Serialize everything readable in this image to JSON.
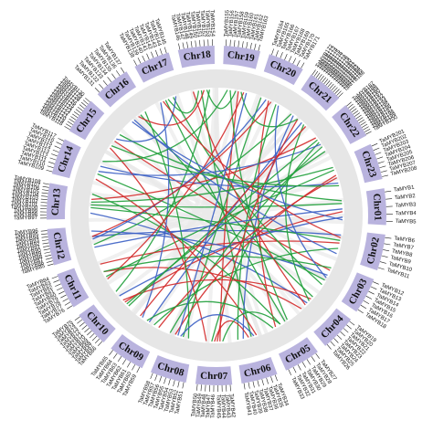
{
  "colors": {
    "block": "#b9b3de",
    "inner_ring": "#e6e6e6",
    "background_link": "#e9e9e9",
    "tick": "#222222",
    "link_green": "#1f9e3a",
    "link_red": "#d32a2a",
    "link_blue": "#3b5fc4"
  },
  "chromosomes": [
    {
      "label": "Chr01",
      "genes": [
        "TaMYB1",
        "TaMYB2",
        "TaMYB3",
        "TaMYB4",
        "TaMYB5"
      ]
    },
    {
      "label": "Chr02",
      "genes": [
        "TaMYB6",
        "TaMYB7",
        "TaMYB8",
        "TaMYB9",
        "TaMYB10",
        "TaMYB11"
      ]
    },
    {
      "label": "Chr03",
      "genes": [
        "TaMYB12",
        "TaMYB13",
        "TaMYB14",
        "TaMYB15",
        "TaMYB16",
        "TaMYB17",
        "TaMYB18"
      ]
    },
    {
      "label": "Chr04",
      "genes": [
        "TaMYB19",
        "TaMYB20",
        "TaMYB21",
        "TaMYB22",
        "TaMYB23",
        "TaMYB24",
        "TaMYB25",
        "TaMYB26"
      ]
    },
    {
      "label": "Chr05",
      "genes": [
        "TaMYB27",
        "TaMYB28",
        "TaMYB29",
        "TaMYB30",
        "TaMYB31",
        "TaMYB32",
        "TaMYB33"
      ]
    },
    {
      "label": "Chr06",
      "genes": [
        "TaMYB34",
        "TaMYB35",
        "TaMYB36",
        "TaMYB37",
        "TaMYB38",
        "TaMYB39",
        "TaMYB40",
        "TaMYB41"
      ]
    },
    {
      "label": "Chr07",
      "genes": [
        "TaMYB42",
        "TaMYB43",
        "TaMYB44",
        "TaMYB45",
        "TaMYB46",
        "TaMYB47",
        "TaMYB48",
        "TaMYB49",
        "TaMYB50"
      ]
    },
    {
      "label": "Chr08",
      "genes": [
        "TaMYB51",
        "TaMYB52",
        "TaMYB53",
        "TaMYB54",
        "TaMYB55",
        "TaMYB56",
        "TaMYB57",
        "TaMYB58"
      ]
    },
    {
      "label": "Chr09",
      "genes": [
        "TaMYB59",
        "TaMYB60",
        "TaMYB61",
        "TaMYB62",
        "TaMYB63",
        "TaMYB64",
        "TaMYB65"
      ]
    },
    {
      "label": "Chr10",
      "genes": [
        "TaMYB66",
        "TaMYB67",
        "TaMYB68",
        "TaMYB69",
        "TaMYB70",
        "TaMYB71",
        "TaMYB72",
        "TaMYB73",
        "TaMYB74",
        "TaMYB75"
      ]
    },
    {
      "label": "Chr11",
      "genes": [
        "TaMYB76",
        "TaMYB77",
        "TaMYB78",
        "TaMYB79",
        "TaMYB80",
        "TaMYB81",
        "TaMYB82",
        "TaMYB83",
        "TaMYB84"
      ]
    },
    {
      "label": "Chr12",
      "genes": [
        "TaMYB85",
        "TaMYB86",
        "TaMYB87",
        "TaMYB88",
        "TaMYB89",
        "TaMYB90",
        "TaMYB91",
        "TaMYB92",
        "TaMYB93",
        "TaMYB94",
        "TaMYB95",
        "TaMYB96"
      ]
    },
    {
      "label": "Chr13",
      "genes": [
        "TaMYB97",
        "TaMYB98",
        "TaMYB99",
        "TaMYB100",
        "TaMYB101",
        "TaMYB102",
        "TaMYB103",
        "TaMYB104",
        "TaMYB105",
        "TaMYB106",
        "TaMYB107",
        "TaMYB108"
      ]
    },
    {
      "label": "Chr14",
      "genes": [
        "TaMYB109",
        "TaMYB110",
        "TaMYB111",
        "TaMYB112",
        "TaMYB113",
        "TaMYB114",
        "TaMYB115",
        "TaMYB116",
        "TaMYB117"
      ]
    },
    {
      "label": "Chr15",
      "genes": [
        "TaMYB118",
        "TaMYB119",
        "TaMYB120",
        "TaMYB121",
        "TaMYB122",
        "TaMYB123",
        "TaMYB124",
        "TaMYB125",
        "TaMYB126",
        "TaMYB127",
        "TaMYB128",
        "TaMYB129",
        "TaMYB130"
      ]
    },
    {
      "label": "Chr16",
      "genes": [
        "TaMYB131",
        "TaMYB132",
        "TaMYB133",
        "TaMYB134",
        "TaMYB135",
        "TaMYB136",
        "TaMYB137"
      ]
    },
    {
      "label": "Chr17",
      "genes": [
        "TaMYB138",
        "TaMYB139",
        "TaMYB140",
        "TaMYB141",
        "TaMYB142",
        "TaMYB143",
        "TaMYB144",
        "TaMYB145"
      ]
    },
    {
      "label": "Chr18",
      "genes": [
        "TaMYB146",
        "TaMYB147",
        "TaMYB148",
        "TaMYB149",
        "TaMYB150",
        "TaMYB151",
        "TaMYB152",
        "TaMYB153",
        "TaMYB154"
      ]
    },
    {
      "label": "Chr19",
      "genes": [
        "TaMYB155",
        "TaMYB156",
        "TaMYB157",
        "TaMYB158",
        "TaMYB159",
        "TaMYB160",
        "TaMYB161",
        "TaMYB162",
        "TaMYB163"
      ]
    },
    {
      "label": "Chr20",
      "genes": [
        "TaMYB164",
        "TaMYB165",
        "TaMYB166",
        "TaMYB167",
        "TaMYB168",
        "TaMYB169",
        "TaMYB170",
        "TaMYB171"
      ]
    },
    {
      "label": "Chr21",
      "genes": [
        "TaMYB172",
        "TaMYB173",
        "TaMYB174",
        "TaMYB175",
        "TaMYB176",
        "TaMYB177",
        "TaMYB178",
        "TaMYB179",
        "TaMYB180",
        "TaMYB181",
        "TaMYB182",
        "TaMYB183",
        "TaMYB184",
        "TaMYB185",
        "TaMYB186"
      ]
    },
    {
      "label": "Chr22",
      "genes": [
        "TaMYB187",
        "TaMYB188",
        "TaMYB189",
        "TaMYB190",
        "TaMYB191",
        "TaMYB192",
        "TaMYB193",
        "TaMYB194",
        "TaMYB195",
        "TaMYB196",
        "TaMYB197",
        "TaMYB198",
        "TaMYB199",
        "TaMYB200"
      ]
    },
    {
      "label": "Chr23",
      "genes": [
        "TaMYB201",
        "TaMYB202",
        "TaMYB203",
        "TaMYB204",
        "TaMYB205",
        "TaMYB206",
        "TaMYB207",
        "TaMYB208"
      ]
    }
  ],
  "links": [
    {
      "from": [
        1,
        0.3
      ],
      "to": [
        13,
        0.5
      ],
      "color": "link_green"
    },
    {
      "from": [
        1,
        0.6
      ],
      "to": [
        10,
        0.4
      ],
      "color": "link_red"
    },
    {
      "from": [
        2,
        0.2
      ],
      "to": [
        12,
        0.6
      ],
      "color": "link_blue"
    },
    {
      "from": [
        2,
        0.7
      ],
      "to": [
        9,
        0.3
      ],
      "color": "link_green"
    },
    {
      "from": [
        3,
        0.3
      ],
      "to": [
        15,
        0.5
      ],
      "color": "link_red"
    },
    {
      "from": [
        3,
        0.7
      ],
      "to": [
        14,
        0.4
      ],
      "color": "link_green"
    },
    {
      "from": [
        4,
        0.2
      ],
      "to": [
        16,
        0.6
      ],
      "color": "link_green"
    },
    {
      "from": [
        4,
        0.5
      ],
      "to": [
        13,
        0.2
      ],
      "color": "link_blue"
    },
    {
      "from": [
        4,
        0.8
      ],
      "to": [
        11,
        0.5
      ],
      "color": "link_red"
    },
    {
      "from": [
        5,
        0.3
      ],
      "to": [
        17,
        0.4
      ],
      "color": "link_green"
    },
    {
      "from": [
        5,
        0.7
      ],
      "to": [
        20,
        0.5
      ],
      "color": "link_red"
    },
    {
      "from": [
        6,
        0.4
      ],
      "to": [
        18,
        0.5
      ],
      "color": "link_green"
    },
    {
      "from": [
        6,
        0.7
      ],
      "to": [
        21,
        0.3
      ],
      "color": "link_blue"
    },
    {
      "from": [
        7,
        0.3
      ],
      "to": [
        19,
        0.6
      ],
      "color": "link_red"
    },
    {
      "from": [
        7,
        0.6
      ],
      "to": [
        22,
        0.4
      ],
      "color": "link_green"
    },
    {
      "from": [
        8,
        0.4
      ],
      "to": [
        20,
        0.2
      ],
      "color": "link_green"
    },
    {
      "from": [
        8,
        0.7
      ],
      "to": [
        23,
        0.5
      ],
      "color": "link_red"
    },
    {
      "from": [
        9,
        0.5
      ],
      "to": [
        21,
        0.7
      ],
      "color": "link_blue"
    },
    {
      "from": [
        10,
        0.3
      ],
      "to": [
        22,
        0.8
      ],
      "color": "link_green"
    },
    {
      "from": [
        10,
        0.7
      ],
      "to": [
        1,
        0.8
      ],
      "color": "link_blue"
    },
    {
      "from": [
        11,
        0.3
      ],
      "to": [
        23,
        0.3
      ],
      "color": "link_green"
    },
    {
      "from": [
        11,
        0.8
      ],
      "to": [
        2,
        0.5
      ],
      "color": "link_red"
    },
    {
      "from": [
        12,
        0.3
      ],
      "to": [
        21,
        0.2
      ],
      "color": "link_green"
    },
    {
      "from": [
        12,
        0.8
      ],
      "to": [
        3,
        0.5
      ],
      "color": "link_blue"
    },
    {
      "from": [
        13,
        0.7
      ],
      "to": [
        22,
        0.2
      ],
      "color": "link_red"
    },
    {
      "from": [
        13,
        0.9
      ],
      "to": [
        5,
        0.5
      ],
      "color": "link_green"
    },
    {
      "from": [
        14,
        0.7
      ],
      "to": [
        23,
        0.8
      ],
      "color": "link_blue"
    },
    {
      "from": [
        14,
        0.2
      ],
      "to": [
        6,
        0.2
      ],
      "color": "link_red"
    },
    {
      "from": [
        15,
        0.8
      ],
      "to": [
        1,
        0.2
      ],
      "color": "link_green"
    },
    {
      "from": [
        15,
        0.2
      ],
      "to": [
        7,
        0.8
      ],
      "color": "link_red"
    },
    {
      "from": [
        16,
        0.3
      ],
      "to": [
        2,
        0.9
      ],
      "color": "link_blue"
    },
    {
      "from": [
        16,
        0.8
      ],
      "to": [
        8,
        0.2
      ],
      "color": "link_green"
    },
    {
      "from": [
        17,
        0.7
      ],
      "to": [
        3,
        0.9
      ],
      "color": "link_green"
    },
    {
      "from": [
        17,
        0.2
      ],
      "to": [
        9,
        0.8
      ],
      "color": "link_blue"
    },
    {
      "from": [
        18,
        0.2
      ],
      "to": [
        4,
        0.6
      ],
      "color": "link_red"
    },
    {
      "from": [
        18,
        0.8
      ],
      "to": [
        10,
        0.9
      ],
      "color": "link_green"
    },
    {
      "from": [
        19,
        0.3
      ],
      "to": [
        5,
        0.2
      ],
      "color": "link_green"
    },
    {
      "from": [
        19,
        0.8
      ],
      "to": [
        11,
        0.2
      ],
      "color": "link_red"
    },
    {
      "from": [
        20,
        0.8
      ],
      "to": [
        6,
        0.9
      ],
      "color": "link_green"
    },
    {
      "from": [
        20,
        0.4
      ],
      "to": [
        12,
        0.5
      ],
      "color": "link_blue"
    },
    {
      "from": [
        21,
        0.5
      ],
      "to": [
        7,
        0.4
      ],
      "color": "link_red"
    },
    {
      "from": [
        22,
        0.6
      ],
      "to": [
        8,
        0.9
      ],
      "color": "link_green"
    },
    {
      "from": [
        23,
        0.6
      ],
      "to": [
        9,
        0.1
      ],
      "color": "link_red"
    },
    {
      "from": [
        17,
        0.5
      ],
      "to": [
        18,
        0.4
      ],
      "color": "link_green"
    },
    {
      "from": [
        16,
        0.5
      ],
      "to": [
        18,
        0.6
      ],
      "color": "link_red"
    },
    {
      "from": [
        18,
        0.7
      ],
      "to": [
        19,
        0.5
      ],
      "color": "link_green"
    },
    {
      "from": [
        15,
        0.6
      ],
      "to": [
        17,
        0.8
      ],
      "color": "link_blue"
    },
    {
      "from": [
        19,
        0.7
      ],
      "to": [
        21,
        0.5
      ],
      "color": "link_green"
    },
    {
      "from": [
        6,
        0.5
      ],
      "to": [
        7,
        0.5
      ],
      "color": "link_red"
    },
    {
      "from": [
        5,
        0.5
      ],
      "to": [
        7,
        0.2
      ],
      "color": "link_green"
    },
    {
      "from": [
        8,
        0.5
      ],
      "to": [
        6,
        0.3
      ],
      "color": "link_blue"
    },
    {
      "from": [
        12,
        0.2
      ],
      "to": [
        1,
        0.5
      ],
      "color": "link_blue"
    },
    {
      "from": [
        13,
        0.4
      ],
      "to": [
        2,
        0.4
      ],
      "color": "link_green"
    },
    {
      "from": [
        13,
        0.6
      ],
      "to": [
        23,
        0.2
      ],
      "color": "link_green"
    },
    {
      "from": [
        14,
        0.5
      ],
      "to": [
        22,
        0.5
      ],
      "color": "link_blue"
    },
    {
      "from": [
        11,
        0.5
      ],
      "to": [
        3,
        0.2
      ],
      "color": "link_green"
    },
    {
      "from": [
        10,
        0.5
      ],
      "to": [
        4,
        0.3
      ],
      "color": "link_red"
    },
    {
      "from": [
        9,
        0.6
      ],
      "to": [
        5,
        0.8
      ],
      "color": "link_green"
    },
    {
      "from": [
        12,
        0.6
      ],
      "to": [
        20,
        0.6
      ],
      "color": "link_red"
    },
    {
      "from": [
        14,
        0.9
      ],
      "to": [
        19,
        0.2
      ],
      "color": "link_green"
    },
    {
      "from": [
        4,
        0.4
      ],
      "to": [
        21,
        0.8
      ],
      "color": "link_green"
    },
    {
      "from": [
        3,
        0.6
      ],
      "to": [
        20,
        0.9
      ],
      "color": "link_blue"
    },
    {
      "from": [
        2,
        0.3
      ],
      "to": [
        17,
        0.3
      ],
      "color": "link_red"
    },
    {
      "from": [
        1,
        0.9
      ],
      "to": [
        16,
        0.2
      ],
      "color": "link_blue"
    },
    {
      "from": [
        23,
        0.9
      ],
      "to": [
        15,
        0.3
      ],
      "color": "link_green"
    },
    {
      "from": [
        22,
        0.3
      ],
      "to": [
        10,
        0.2
      ],
      "color": "link_green"
    },
    {
      "from": [
        21,
        0.9
      ],
      "to": [
        9,
        0.9
      ],
      "color": "link_red"
    },
    {
      "from": [
        8,
        0.6
      ],
      "to": [
        19,
        0.9
      ],
      "color": "link_blue"
    }
  ]
}
